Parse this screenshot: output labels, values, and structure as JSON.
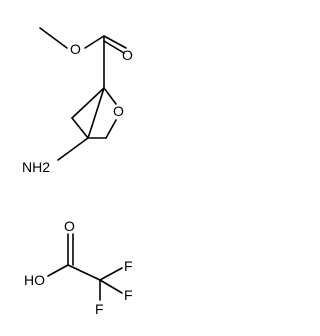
{
  "molecules": [
    {
      "name": "methyl 4-amino-2-oxabicyclo[2.1.1]hexane-1-carboxylate",
      "atoms": {
        "ester_carbonyl_O": "O",
        "ester_ether_O": "O",
        "ring_O": "O",
        "amine": "NH2"
      }
    },
    {
      "name": "trifluoroacetic acid",
      "atoms": {
        "carbonyl_O": "O",
        "hydroxyl": "HO",
        "F1": "F",
        "F2": "F",
        "F3": "F"
      }
    }
  ],
  "colors": {
    "bond": "#000000",
    "text": "#000000",
    "background": "#ffffff"
  }
}
